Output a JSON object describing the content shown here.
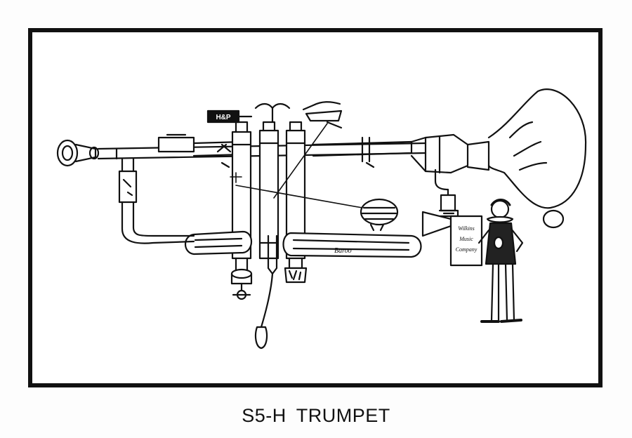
{
  "figure": {
    "caption_code": "S5-H",
    "caption_title": "TRUMPET",
    "valve_tag": "H&P",
    "slide_label": "Baroo",
    "banner_lines": [
      "Wilkins",
      "Music",
      "Company"
    ]
  }
}
